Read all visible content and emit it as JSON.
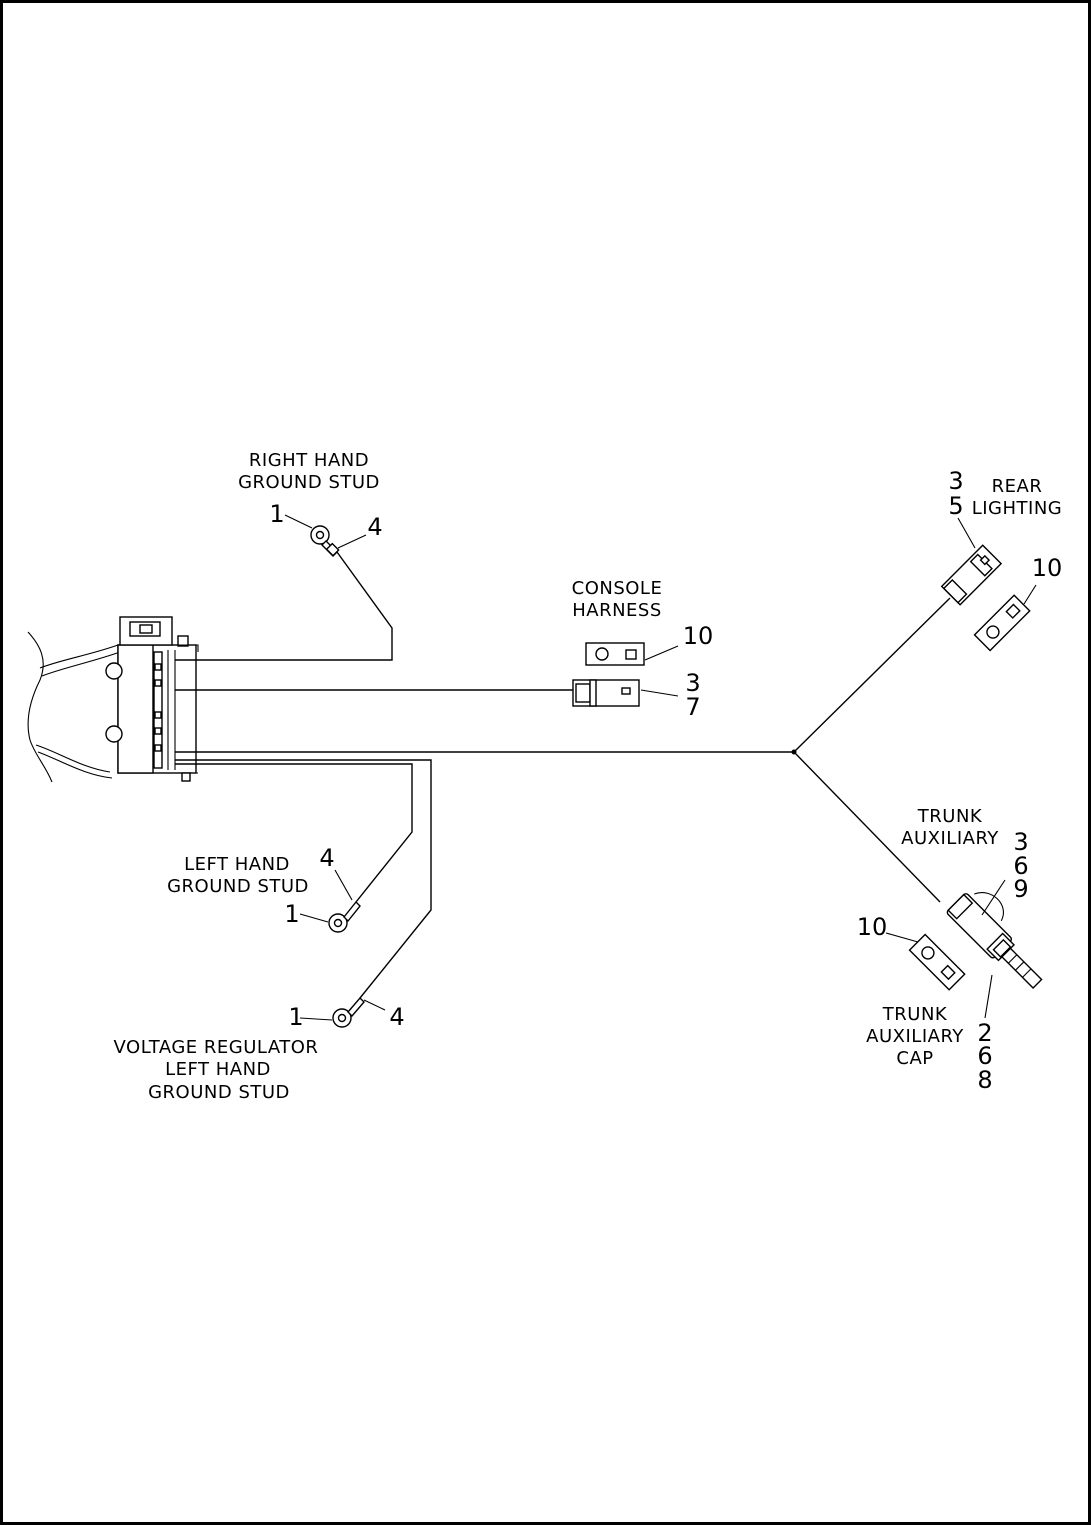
{
  "labels": {
    "right_hand_ground_stud": [
      "RIGHT HAND",
      "GROUND STUD"
    ],
    "console_harness": [
      "CONSOLE",
      "HARNESS"
    ],
    "rear_lighting": [
      "REAR",
      "LIGHTING"
    ],
    "trunk_auxiliary": [
      "TRUNK",
      "AUXILIARY"
    ],
    "trunk_auxiliary_cap": [
      "TRUNK",
      "AUXILIARY",
      "CAP"
    ],
    "left_hand_ground_stud": [
      "LEFT HAND",
      "GROUND STUD"
    ],
    "voltage_regulator_ground_stud": [
      "VOLTAGE REGULATOR",
      "LEFT HAND",
      "GROUND STUD"
    ]
  },
  "callouts": {
    "rh_stud_terminal": "1",
    "rh_stud_wire": "4",
    "console_cap": "10",
    "console_connector": [
      "3",
      "7"
    ],
    "rear_lighting_connector": [
      "3",
      "5"
    ],
    "rear_lighting_cap": "10",
    "trunk_aux_connector": [
      "3",
      "6",
      "9"
    ],
    "trunk_aux_cap_callout": "10",
    "trunk_aux_cap_parts": [
      "2",
      "6",
      "8"
    ],
    "lh_stud_wire": "4",
    "lh_stud_terminal": "1",
    "vr_stud_terminal": "1",
    "vr_stud_wire": "4"
  }
}
